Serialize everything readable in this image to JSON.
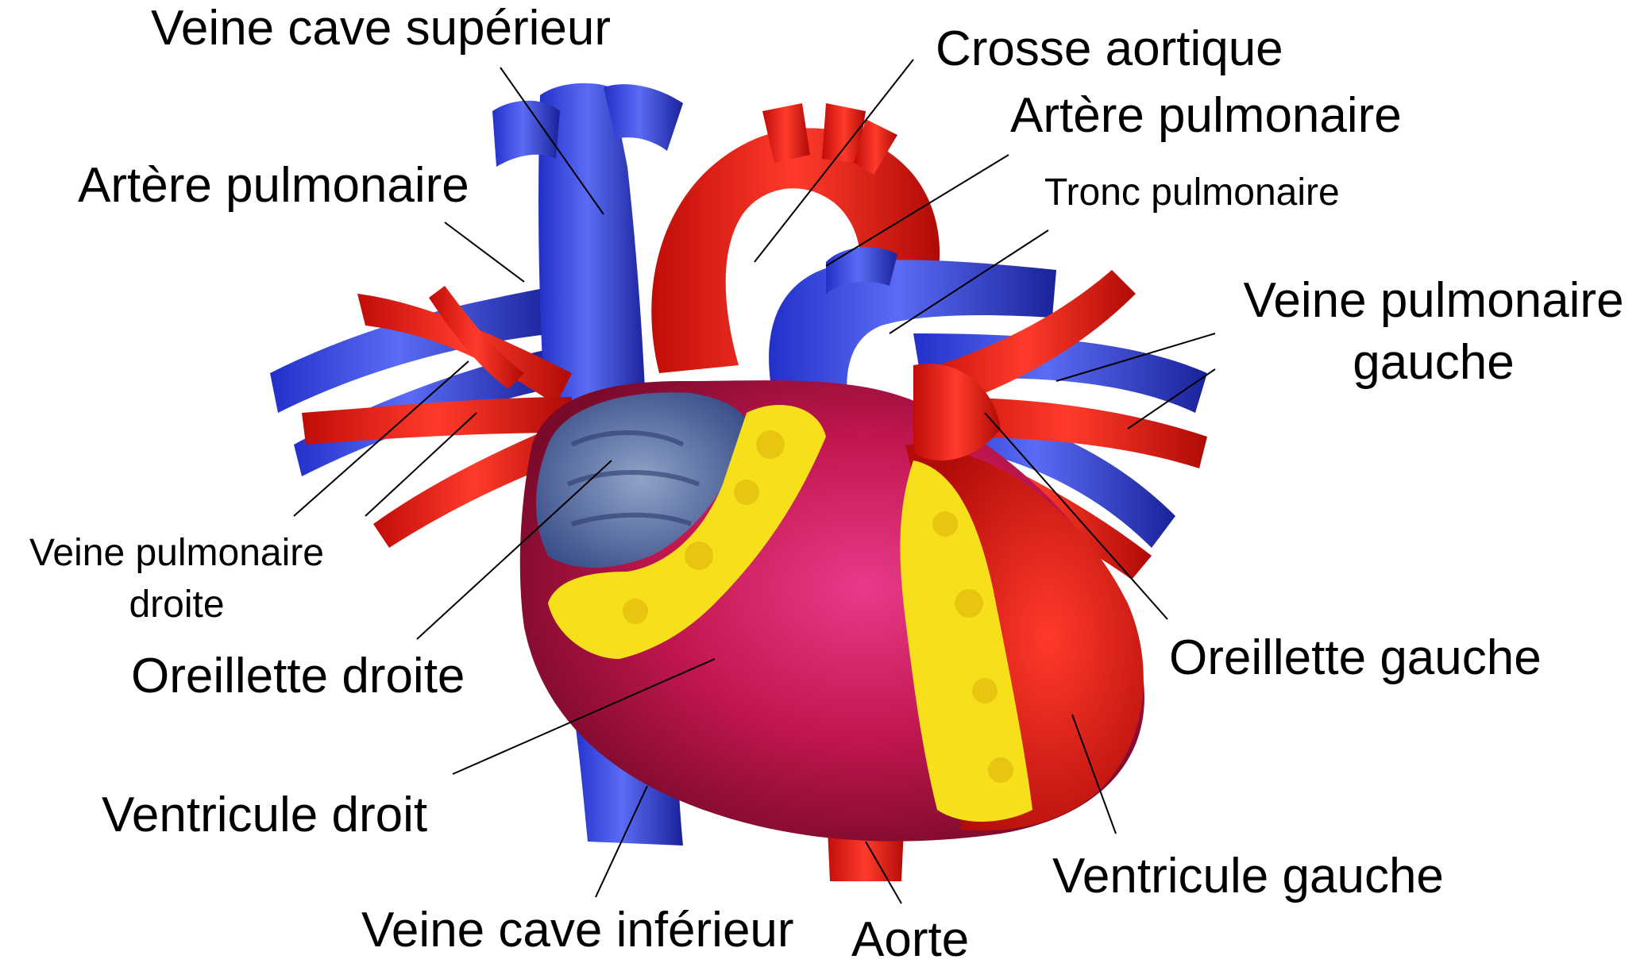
{
  "labels": {
    "veine_cave_superieur": "Veine cave supérieur",
    "crosse_aortique": "Crosse aortique",
    "artere_pulmonaire_gauche": "Artère pulmonaire",
    "artere_pulmonaire_droite": "Artère pulmonaire",
    "tronc_pulmonaire": "Tronc pulmonaire",
    "veine_pulmonaire_gauche": "Veine pulmonaire gauche",
    "veine_pulmonaire_droite": "Veine pulmonaire droite",
    "oreillette_droite": "Oreillette droite",
    "oreillette_gauche": "Oreillette gauche",
    "ventricule_droit": "Ventricule droit",
    "ventricule_gauche": "Ventricule gauche",
    "veine_cave_inferieur": "Veine cave inférieur",
    "aorte": "Aorte"
  },
  "colors": {
    "vein": "#2a3fd6",
    "artery": "#e01a12",
    "muscle": "#c81a4e",
    "fat": "#f5e21a",
    "leader_line": "#000000"
  }
}
